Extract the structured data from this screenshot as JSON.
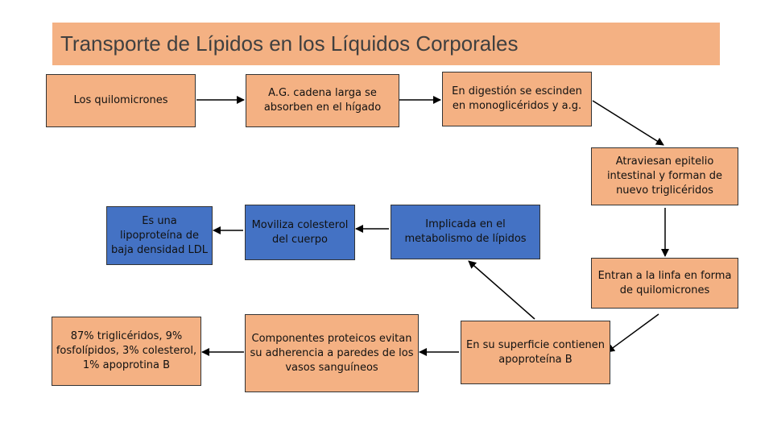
{
  "title": "Transporte de Lípidos en los Líquidos Corporales",
  "colors": {
    "orange": "#f4b183",
    "blue": "#4472c4"
  },
  "boxes": {
    "quilomicrones": "Los quilomicrones",
    "ag_cadena": "A.G. cadena larga se absorben en el hígado",
    "digestion": "En digestión se escinden en monoglicéridos y a.g.",
    "atraviesan": "Atraviesan epitelio intestinal y forman de nuevo triglicéridos",
    "ldl": "Es una lipoproteína de baja densidad LDL",
    "moviliza": "Moviliza colesterol del cuerpo",
    "implicada": "Implicada en el metabolismo de lípidos",
    "linfa": "Entran a la linfa en forma de quilomicrones",
    "composicion": "87% triglicéridos, 9% fosfolípidos, 3% colesterol, 1% apoprotina B",
    "componentes": "Componentes proteicos evitan su adherencia a paredes de los vasos sanguíneos",
    "superficie": "En su superficie contienen apoproteína B"
  }
}
